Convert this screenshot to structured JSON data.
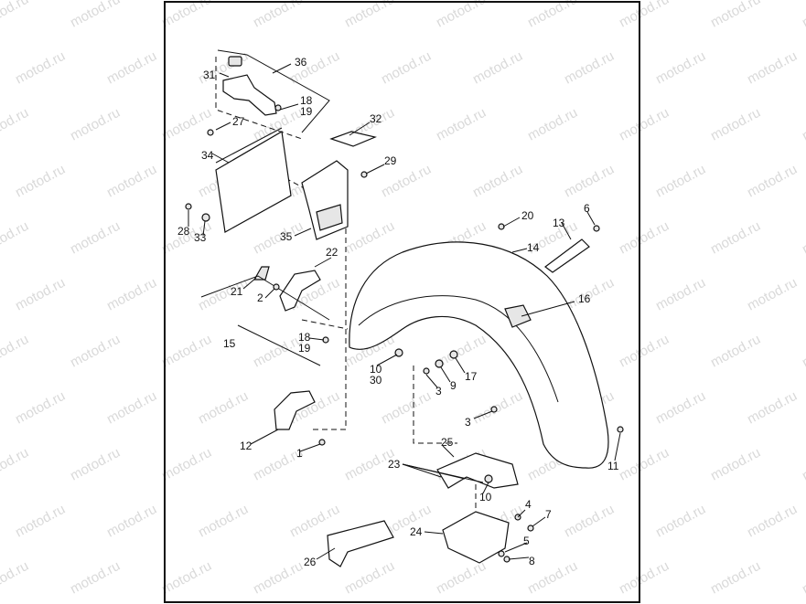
{
  "watermark": "motod.ru",
  "callouts": [
    "1",
    "2",
    "3",
    "3",
    "4",
    "5",
    "6",
    "7",
    "8",
    "9",
    "10",
    "10",
    "11",
    "12",
    "13",
    "14",
    "15",
    "16",
    "17",
    "18",
    "19",
    "18",
    "19",
    "20",
    "21",
    "22",
    "23",
    "24",
    "25",
    "26",
    "27",
    "28",
    "29",
    "30",
    "31",
    "32",
    "33",
    "34",
    "35",
    "36"
  ]
}
